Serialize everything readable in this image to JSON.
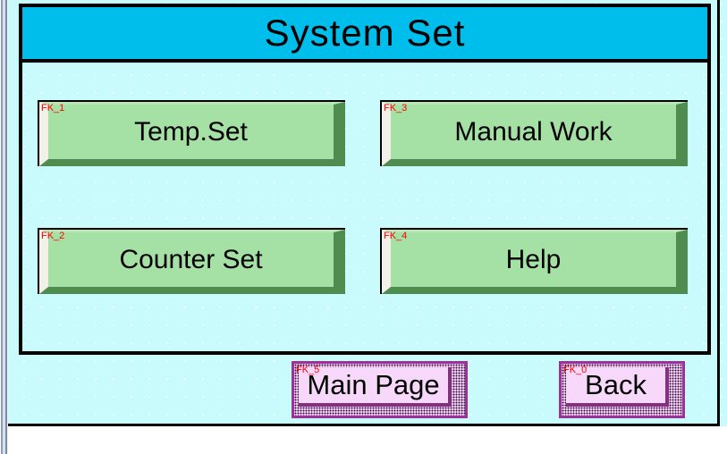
{
  "screen": {
    "title": "System Set"
  },
  "function_buttons": [
    {
      "tag": "FK_1",
      "label": "Temp.Set"
    },
    {
      "tag": "FK_3",
      "label": "Manual Work"
    },
    {
      "tag": "FK_2",
      "label": "Counter Set"
    },
    {
      "tag": "FK_4",
      "label": "Help"
    }
  ],
  "nav_buttons": [
    {
      "tag": "FK_5",
      "label": "Main Page"
    },
    {
      "tag": "FK_0",
      "label": "Back"
    }
  ],
  "colors": {
    "title_bar_bg": "#00beec",
    "canvas_bg": "#c9fbfd",
    "green_button_face": "#a5e0a5",
    "green_button_shadow": "#4e8c50",
    "green_button_highlight": "#f1f1ea",
    "pink_button_face": "#f8d8fa",
    "pink_button_border": "#993399",
    "fk_tag": "#ff0000"
  }
}
